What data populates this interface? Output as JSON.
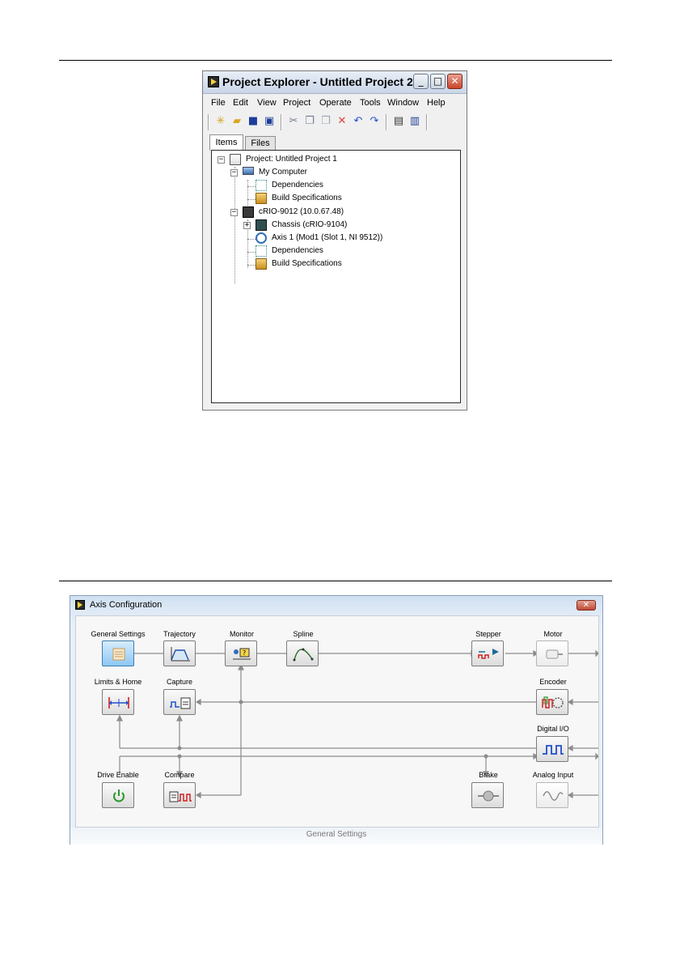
{
  "project_explorer": {
    "title": "Project Explorer - Untitled Project 2 *",
    "window_buttons": {
      "minimize": "_",
      "maximize": "□",
      "close": "✕"
    },
    "menu": [
      "File",
      "Edit",
      "View",
      "Project",
      "Operate",
      "Tools",
      "Window",
      "Help"
    ],
    "toolbar_icons": [
      "new-icon",
      "open-folder-icon",
      "save-icon",
      "save-all-icon",
      "cut-icon",
      "copy-icon",
      "paste-icon",
      "delete-icon",
      "undo-icon",
      "redo-icon",
      "project-build-icon",
      "deploy-icon"
    ],
    "tabs": [
      "Items",
      "Files"
    ],
    "tree": [
      {
        "label": "Project: Untitled Project 1",
        "icon": "project-icon",
        "expander": "−"
      },
      {
        "label": "My Computer",
        "icon": "computer-icon",
        "expander": "−"
      },
      {
        "label": "Dependencies",
        "icon": "dependencies-icon"
      },
      {
        "label": "Build Specifications",
        "icon": "build-specifications-icon"
      },
      {
        "label": "cRIO-9012 (10.0.67.48)",
        "icon": "crio-target-icon",
        "expander": "−"
      },
      {
        "label": "Chassis (cRIO-9104)",
        "icon": "chassis-icon",
        "expander": "+"
      },
      {
        "label": "Axis 1 (Mod1 (Slot 1, NI 9512))",
        "icon": "axis-icon"
      },
      {
        "label": "Dependencies",
        "icon": "dependencies-icon"
      },
      {
        "label": "Build Specifications",
        "icon": "build-specifications-icon"
      }
    ]
  },
  "axis_configuration": {
    "title": "Axis Configuration",
    "close": "✕",
    "blocks": {
      "general_settings": "General Settings",
      "trajectory": "Trajectory",
      "monitor": "Monitor",
      "spline": "Spline",
      "stepper": "Stepper",
      "motor": "Motor",
      "limits_home": "Limits & Home",
      "capture": "Capture",
      "encoder": "Encoder",
      "digital_io": "Digital I/O",
      "drive_enable": "Drive Enable",
      "compare": "Compare",
      "brake": "Brake",
      "analog_input": "Analog Input"
    },
    "active_block": "General Settings",
    "bottom_panel_title": "General Settings",
    "colors": {
      "accent_blue": "#2050c8",
      "encoder_red": "#d02020",
      "enable_green": "#2a9a2a"
    }
  }
}
